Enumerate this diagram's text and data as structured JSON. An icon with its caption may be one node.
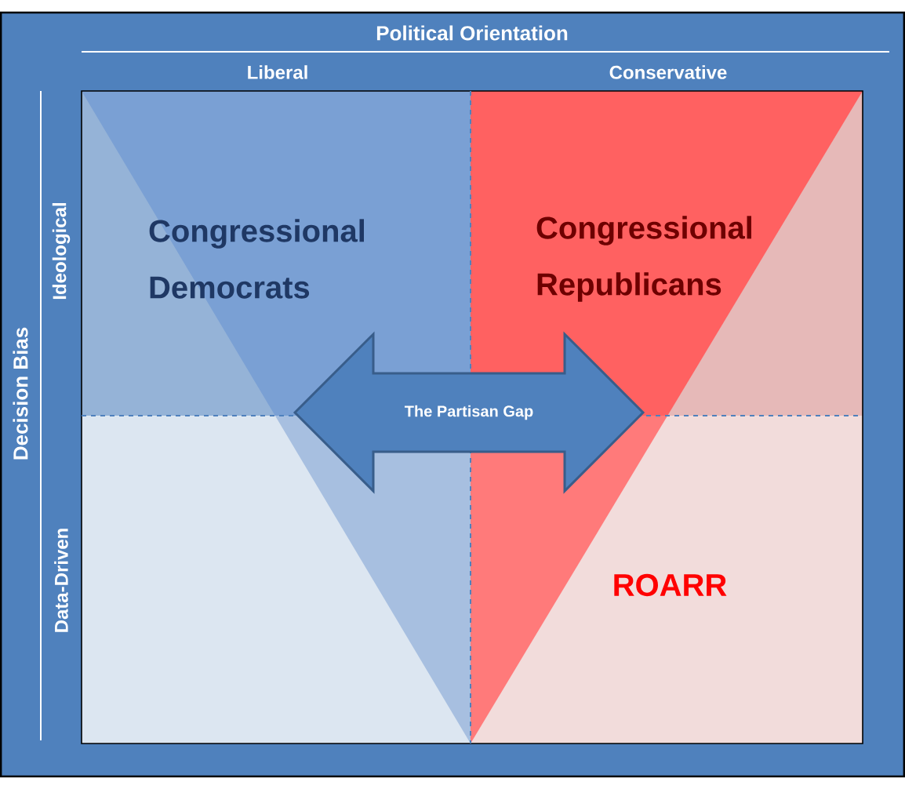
{
  "diagram": {
    "title": "Political Orientation",
    "nodes": [
      {
        "text": [
          "Congressional Democrats"
        ]
      },
      {
        "text": [
          "Congressional Republicans"
        ]
      },
      {
        "text": [
          "The Partisan Gap"
        ]
      },
      {
        "text": [
          "ROARR"
        ]
      }
    ],
    "labels": [
      "Liberal",
      "Conservative",
      "Decision Bias",
      "Ideological",
      "Data-Driven"
    ]
  }
}
